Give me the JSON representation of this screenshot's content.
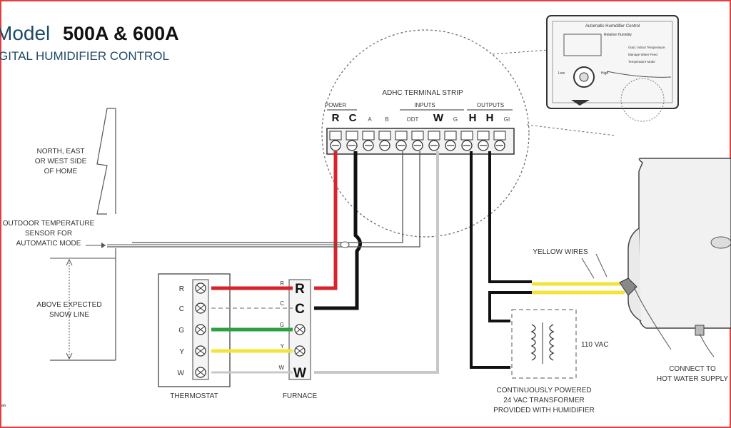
{
  "header": {
    "model_word": "Model",
    "model_numbers": "500A & 600A",
    "subtitle": "GITAL HUMIDIFIER CONTROL"
  },
  "terminal_strip": {
    "title": "ADHC TERMINAL STRIP",
    "power_label": "POWER",
    "inputs_label": "INPUTS",
    "outputs_label": "OUTPUTS",
    "terminals": [
      "R",
      "C",
      "A",
      "B",
      "ODT",
      "W",
      "G",
      "H",
      "H",
      "GI"
    ]
  },
  "control_panel": {
    "title": "Automatic Humidifier Control",
    "line1": "Relative Humidity",
    "opt1": "Outd. Indoor Temperature",
    "opt2": "Manage Water Feed",
    "opt3": "Temperature Mode",
    "low": "Low",
    "high": "High"
  },
  "home_side": {
    "l1": "NORTH, EAST",
    "l2": "OR WEST SIDE",
    "l3": "OF HOME"
  },
  "sensor": {
    "l1": "OUTDOOR TEMPERATURE",
    "l2": "SENSOR FOR",
    "l3": "AUTOMATIC MODE"
  },
  "snow": {
    "l1": "ABOVE EXPECTED",
    "l2": "SNOW LINE"
  },
  "thermostat": {
    "label": "THERMOSTAT",
    "terminals": [
      "R",
      "C",
      "G",
      "Y",
      "W"
    ]
  },
  "furnace": {
    "label": "FURNACE",
    "terminals": [
      "R",
      "C",
      "G",
      "Y",
      "W"
    ],
    "big": [
      "R",
      "C",
      "W"
    ]
  },
  "yellow_wires": "YELLOW WIRES",
  "transformer": {
    "vac": "110 VAC",
    "l1": "CONTINUOUSLY POWERED",
    "l2": "24 VAC TRANSFORMER",
    "l3": "PROVIDED WITH HUMIDIFIER"
  },
  "hot_water": {
    "l1": "CONNECT TO",
    "l2": "HOT WATER SUPPLY"
  },
  "footnote": "as",
  "colors": {
    "red": "#d8232a",
    "green": "#2ea043",
    "yellow": "#f2e43a",
    "black": "#111111",
    "grey": "#bdbdbd",
    "frame": "#e04040"
  }
}
